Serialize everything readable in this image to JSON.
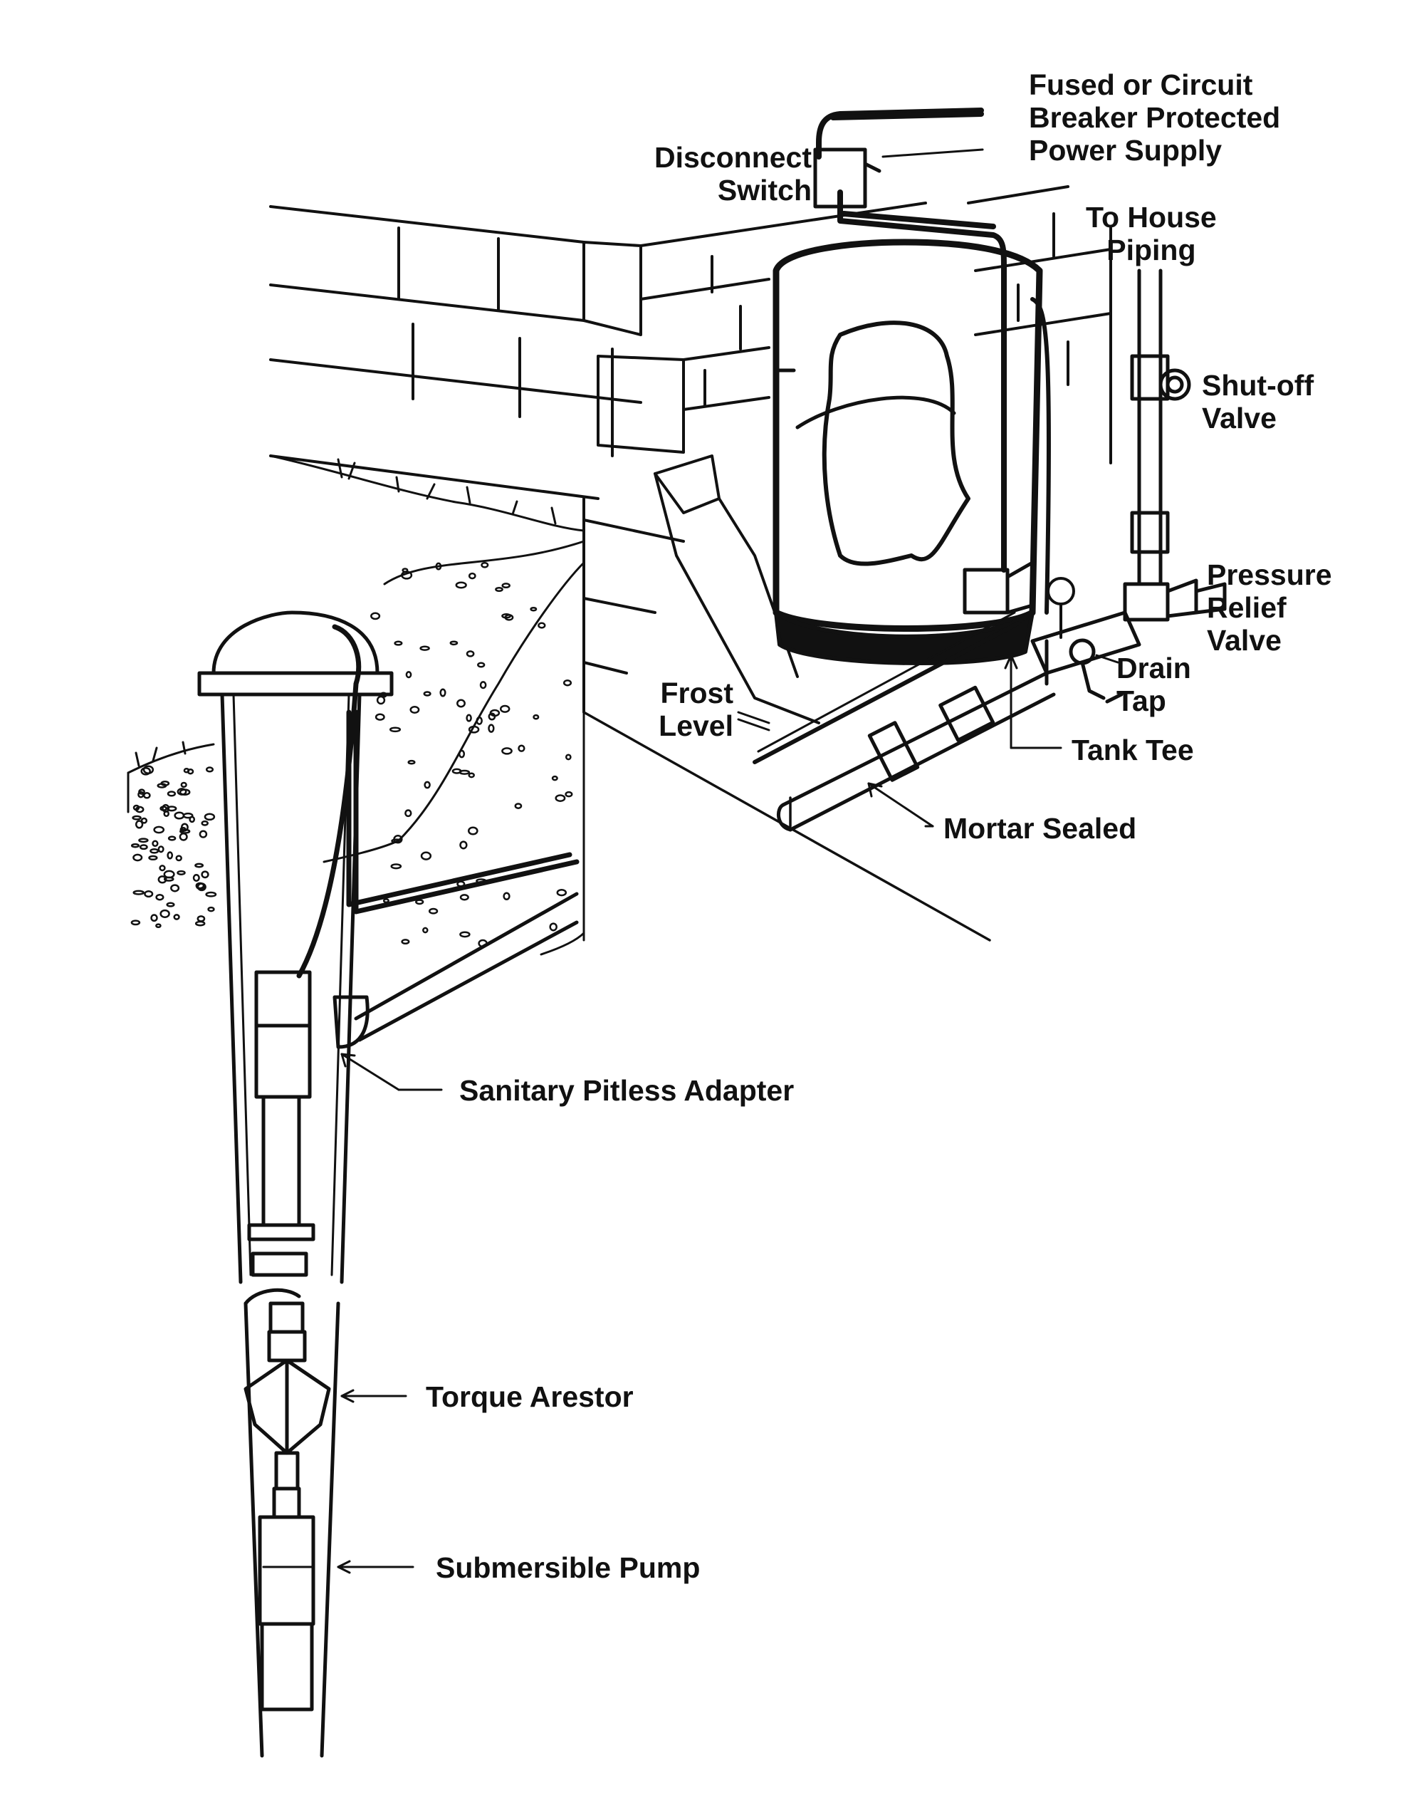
{
  "diagram": {
    "ink_color": "#111111",
    "paper_color": "#ffffff",
    "labels": {
      "power_supply": [
        "Fused or Circuit",
        "Breaker Protected",
        "Power Supply"
      ],
      "disconnect_switch": [
        "Disconnect",
        "Switch"
      ],
      "house_piping": [
        "To House",
        "Piping"
      ],
      "shutoff_valve": [
        "Shut-off",
        "Valve"
      ],
      "pressure_relief_valve": [
        "Pressure",
        "Relief",
        "Valve"
      ],
      "drain_tap": [
        "Drain",
        "Tap"
      ],
      "frost_level": [
        "Frost",
        "Level"
      ],
      "tank_tee": "Tank Tee",
      "mortar_sealed": "Mortar Sealed",
      "pitless_adapter": "Sanitary Pitless Adapter",
      "torque_arestor": "Torque Arestor",
      "submersible_pump": "Submersible Pump"
    }
  }
}
